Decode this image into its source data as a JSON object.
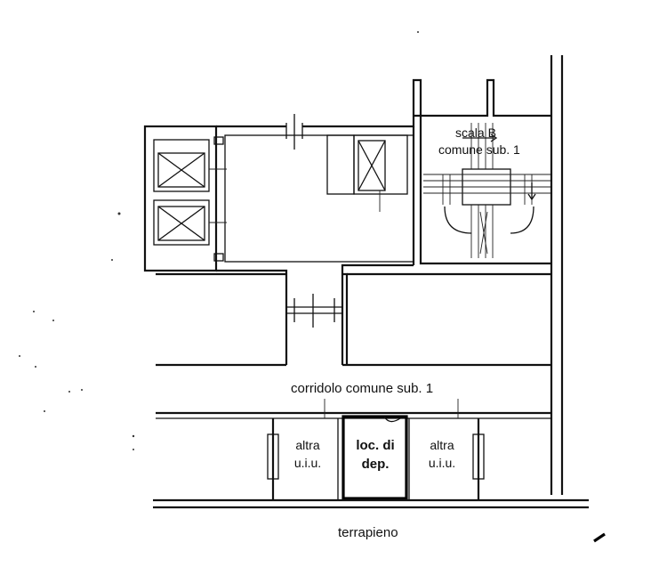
{
  "labels": {
    "stair_line1": "scala B",
    "stair_line2": "comune sub. 1",
    "corridor": "corridolo comune sub. 1",
    "unit_left_line1": "altra",
    "unit_left_line2": "u.i.u.",
    "deposit_line1": "loc. di",
    "deposit_line2": "dep.",
    "unit_right_line1": "altra",
    "unit_right_line2": "u.i.u.",
    "ground": "terrapieno"
  },
  "icons": {
    "elevator_cross": "x-box",
    "door_swing": "arc"
  },
  "colors": {
    "ink": "#111111",
    "highlight_room": "#000000",
    "background": "#ffffff"
  }
}
